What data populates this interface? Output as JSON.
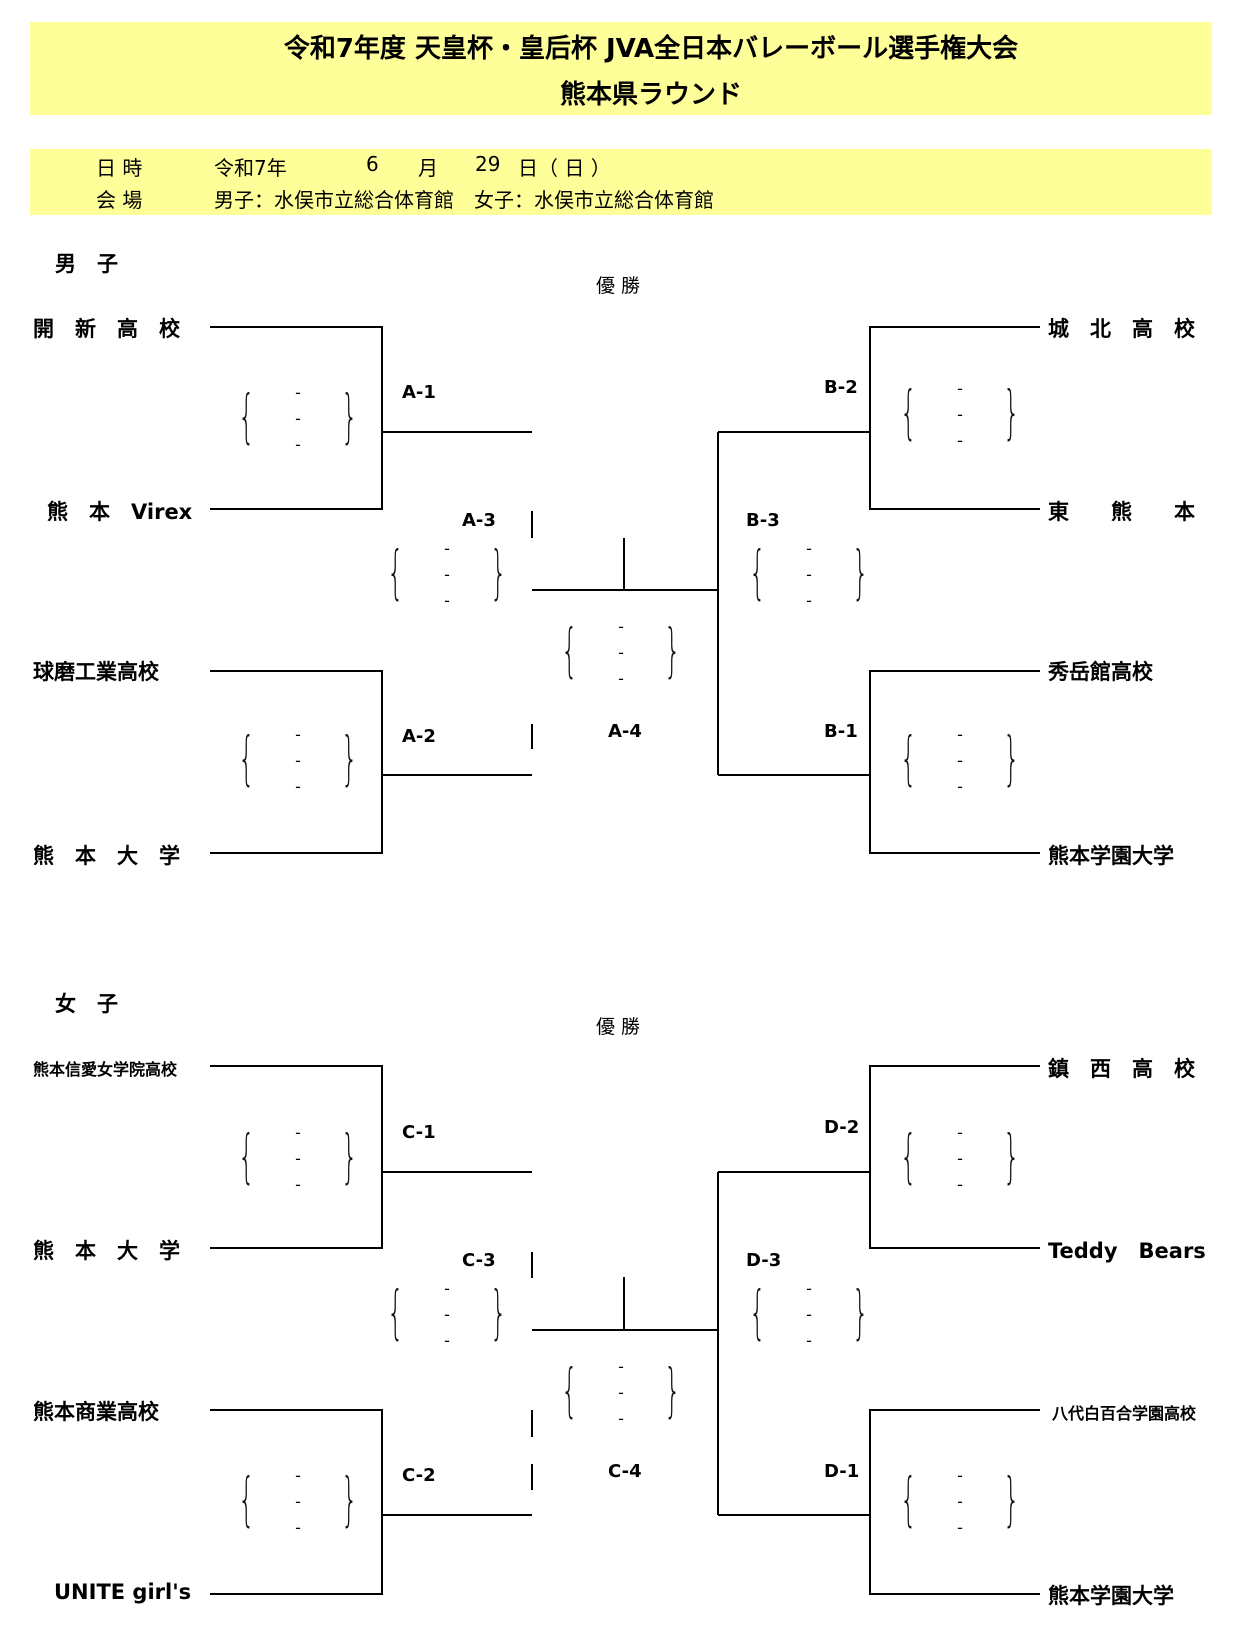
{
  "header": {
    "title_line1": "令和7年度 天皇杯・皇后杯 JVA全日本バレーボール選手権大会",
    "title_line2": "熊本県ラウンド"
  },
  "info": {
    "date_label": "日 時",
    "date_era": "令和7年",
    "date_month_num": "6",
    "date_month": "月",
    "date_day_num": "29",
    "date_day": "日（ 日 ）",
    "venue_label": "会 場",
    "venue_value": "男子：水俣市立総合体育館　女子：水俣市立総合体育館"
  },
  "men": {
    "label": "男　子",
    "champion": "優 勝",
    "teams": [
      "開　新　高　校",
      "熊　本　Virex",
      "球磨工業高校",
      "熊　本　大　学",
      "城　北　高　校",
      "東　　熊　　本",
      "秀岳館高校",
      "熊本学園大学"
    ],
    "codes": [
      "A-1",
      "A-2",
      "A-3",
      "A-4",
      "B-1",
      "B-2",
      "B-3"
    ]
  },
  "women": {
    "label": "女　子",
    "champion": "優 勝",
    "teams": [
      "熊本信愛女学院高校",
      "熊　本　大　学",
      "熊本商業高校",
      "UNITE girl's",
      "鎮　西　高　校",
      "Teddy　Bears",
      "八代白百合学園高校",
      "熊本学園大学"
    ],
    "codes": [
      "C-1",
      "C-2",
      "C-3",
      "C-4",
      "D-1",
      "D-2",
      "D-3"
    ]
  },
  "score_dash": "-"
}
